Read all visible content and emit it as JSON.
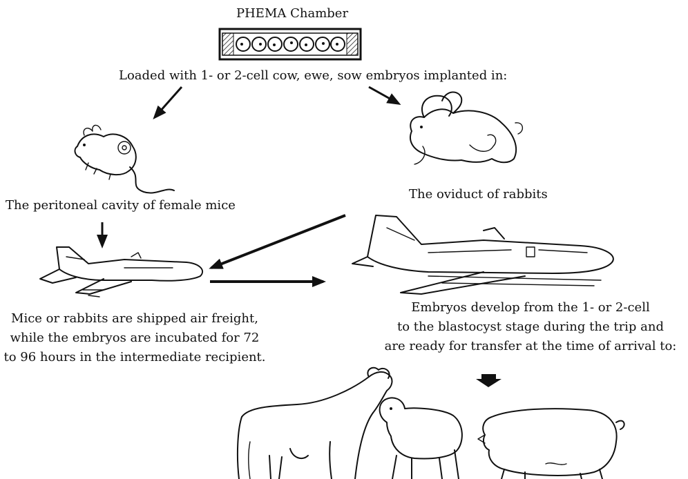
{
  "chamber": {
    "title": "PHEMA Chamber"
  },
  "loaded": {
    "text": "Loaded with 1- or 2-cell cow, ewe, sow embryos implanted in:"
  },
  "mice": {
    "label": "The peritoneal cavity of female mice"
  },
  "rabbits": {
    "label": "The oviduct of rabbits"
  },
  "shipping": {
    "lines": [
      "Mice or rabbits are shipped air freight,",
      "while the embryos are incubated for 72",
      "to 96 hours in the intermediate recipient."
    ]
  },
  "development": {
    "lines": [
      "Embryos develop from the 1- or 2-cell",
      "to the blastocyst stage during the trip and",
      "are ready for transfer at the time of arrival to:"
    ]
  },
  "icons": [
    "phema-chamber-icon",
    "mouse-icon",
    "rabbit-icon",
    "small-airplane-icon",
    "large-airplane-icon",
    "cow-icon",
    "sheep-icon",
    "pig-icon"
  ]
}
